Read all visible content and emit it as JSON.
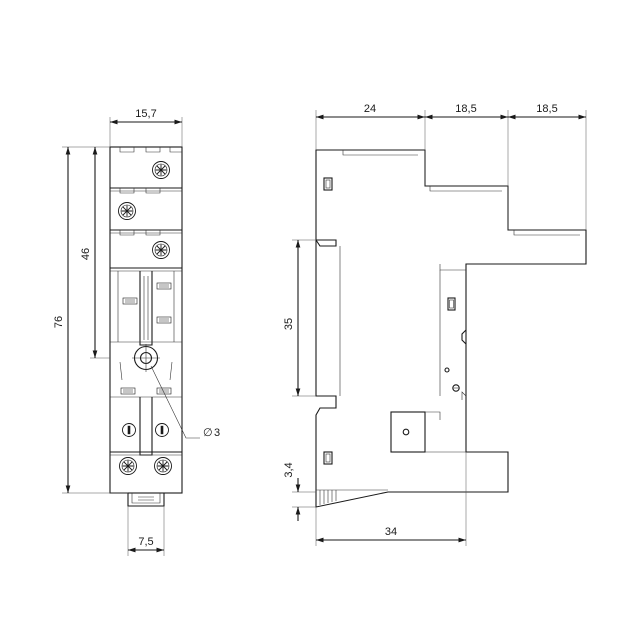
{
  "front_view": {
    "width_label": "15,7",
    "height_label": "76",
    "partial_height_label": "46",
    "pitch_label": "7,5",
    "hole_label": "3",
    "hole_symbol": "∅"
  },
  "side_view": {
    "segment1_label": "24",
    "segment2_label": "18,5",
    "segment3_label": "18,5",
    "rail_label": "35",
    "base_label": "3,4",
    "depth_label": "34"
  }
}
